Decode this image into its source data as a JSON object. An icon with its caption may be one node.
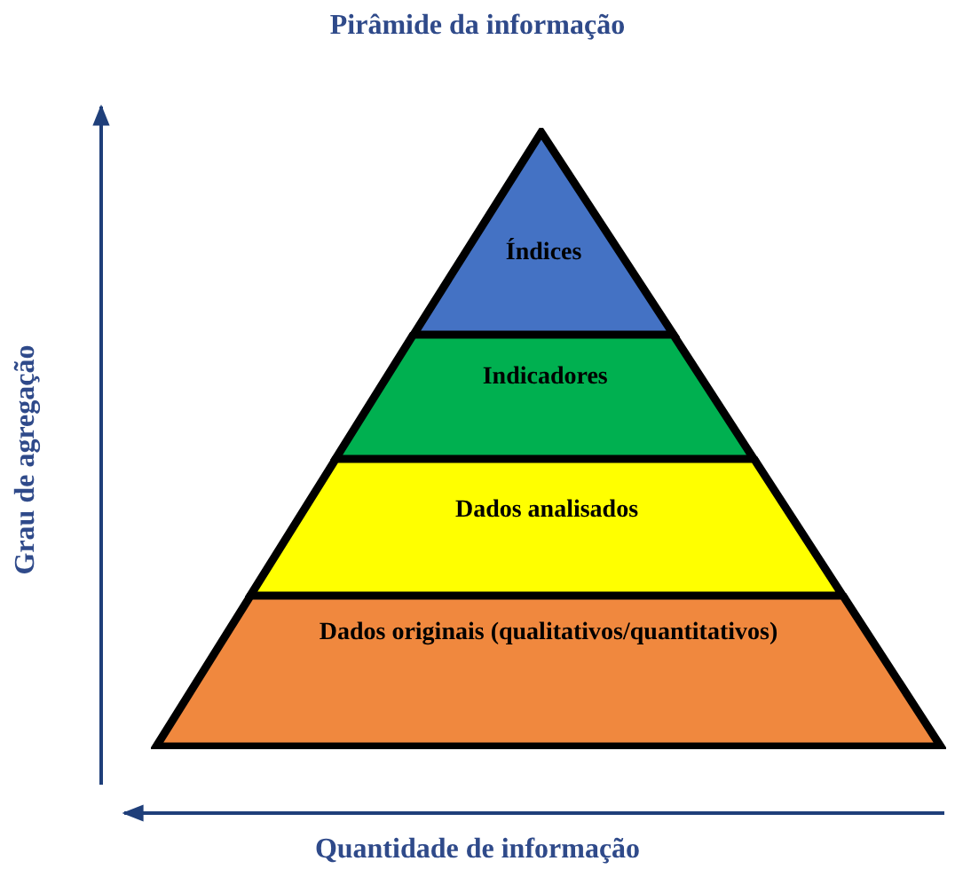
{
  "diagram": {
    "title": "Pirâmide da informação",
    "nodes": [
      {
        "text": [
          "Índices"
        ]
      },
      {
        "text": [
          "Indicadores"
        ]
      },
      {
        "text": [
          "Dados analisados"
        ]
      },
      {
        "text": [
          "Dados originais (qualitativos/quantitativos)"
        ]
      }
    ],
    "labels": [
      "Grau de agregação",
      "Quantidade de informação"
    ]
  }
}
